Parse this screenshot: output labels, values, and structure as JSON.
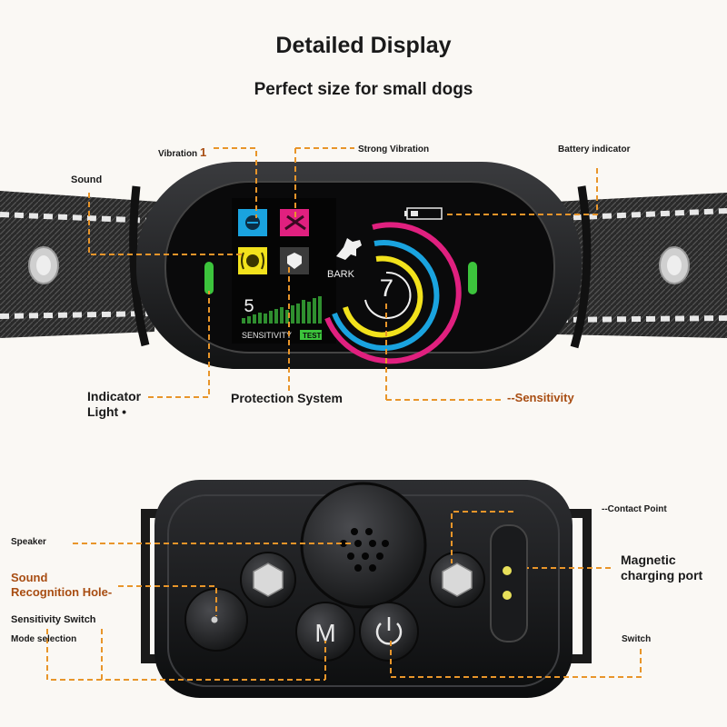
{
  "header": {
    "title": "Detailed Display",
    "subtitle": "Perfect size for small dogs"
  },
  "top_labels": {
    "vibration": "Vibration",
    "vibration_level": "1",
    "strong_vibration": "Strong Vibration",
    "battery_indicator": "Battery indicator",
    "sound": "Sound",
    "indicator_light_line1": "Indicator",
    "indicator_light_line2": "Light",
    "protection_system": "Protection System",
    "sensitivity": "--Sensitivity"
  },
  "screen": {
    "level_digit": "5",
    "sensitivity_label": "SENSITIVITY",
    "test_badge": "TEST",
    "bark_label": "BARK",
    "ring_value": "7"
  },
  "bottom_labels": {
    "speaker": "Speaker",
    "sound_recognition_line1": "Sound",
    "sound_recognition_line2": "Recognition Hole-",
    "sensitivity_switch": "Sensitivity Switch",
    "mode_selection": "Mode selection",
    "contact_point": "--Contact Point",
    "magnetic_line1": "Magnetic",
    "magnetic_line2": "charging port",
    "switch": "Switch",
    "mode_button": "M"
  },
  "colors": {
    "accent_orange": "#e8952a",
    "cyan": "#1aa3df",
    "magenta": "#e0207f",
    "yellow": "#f2e21c",
    "green": "#3cc43c",
    "device_body": "#1c1d1f"
  }
}
